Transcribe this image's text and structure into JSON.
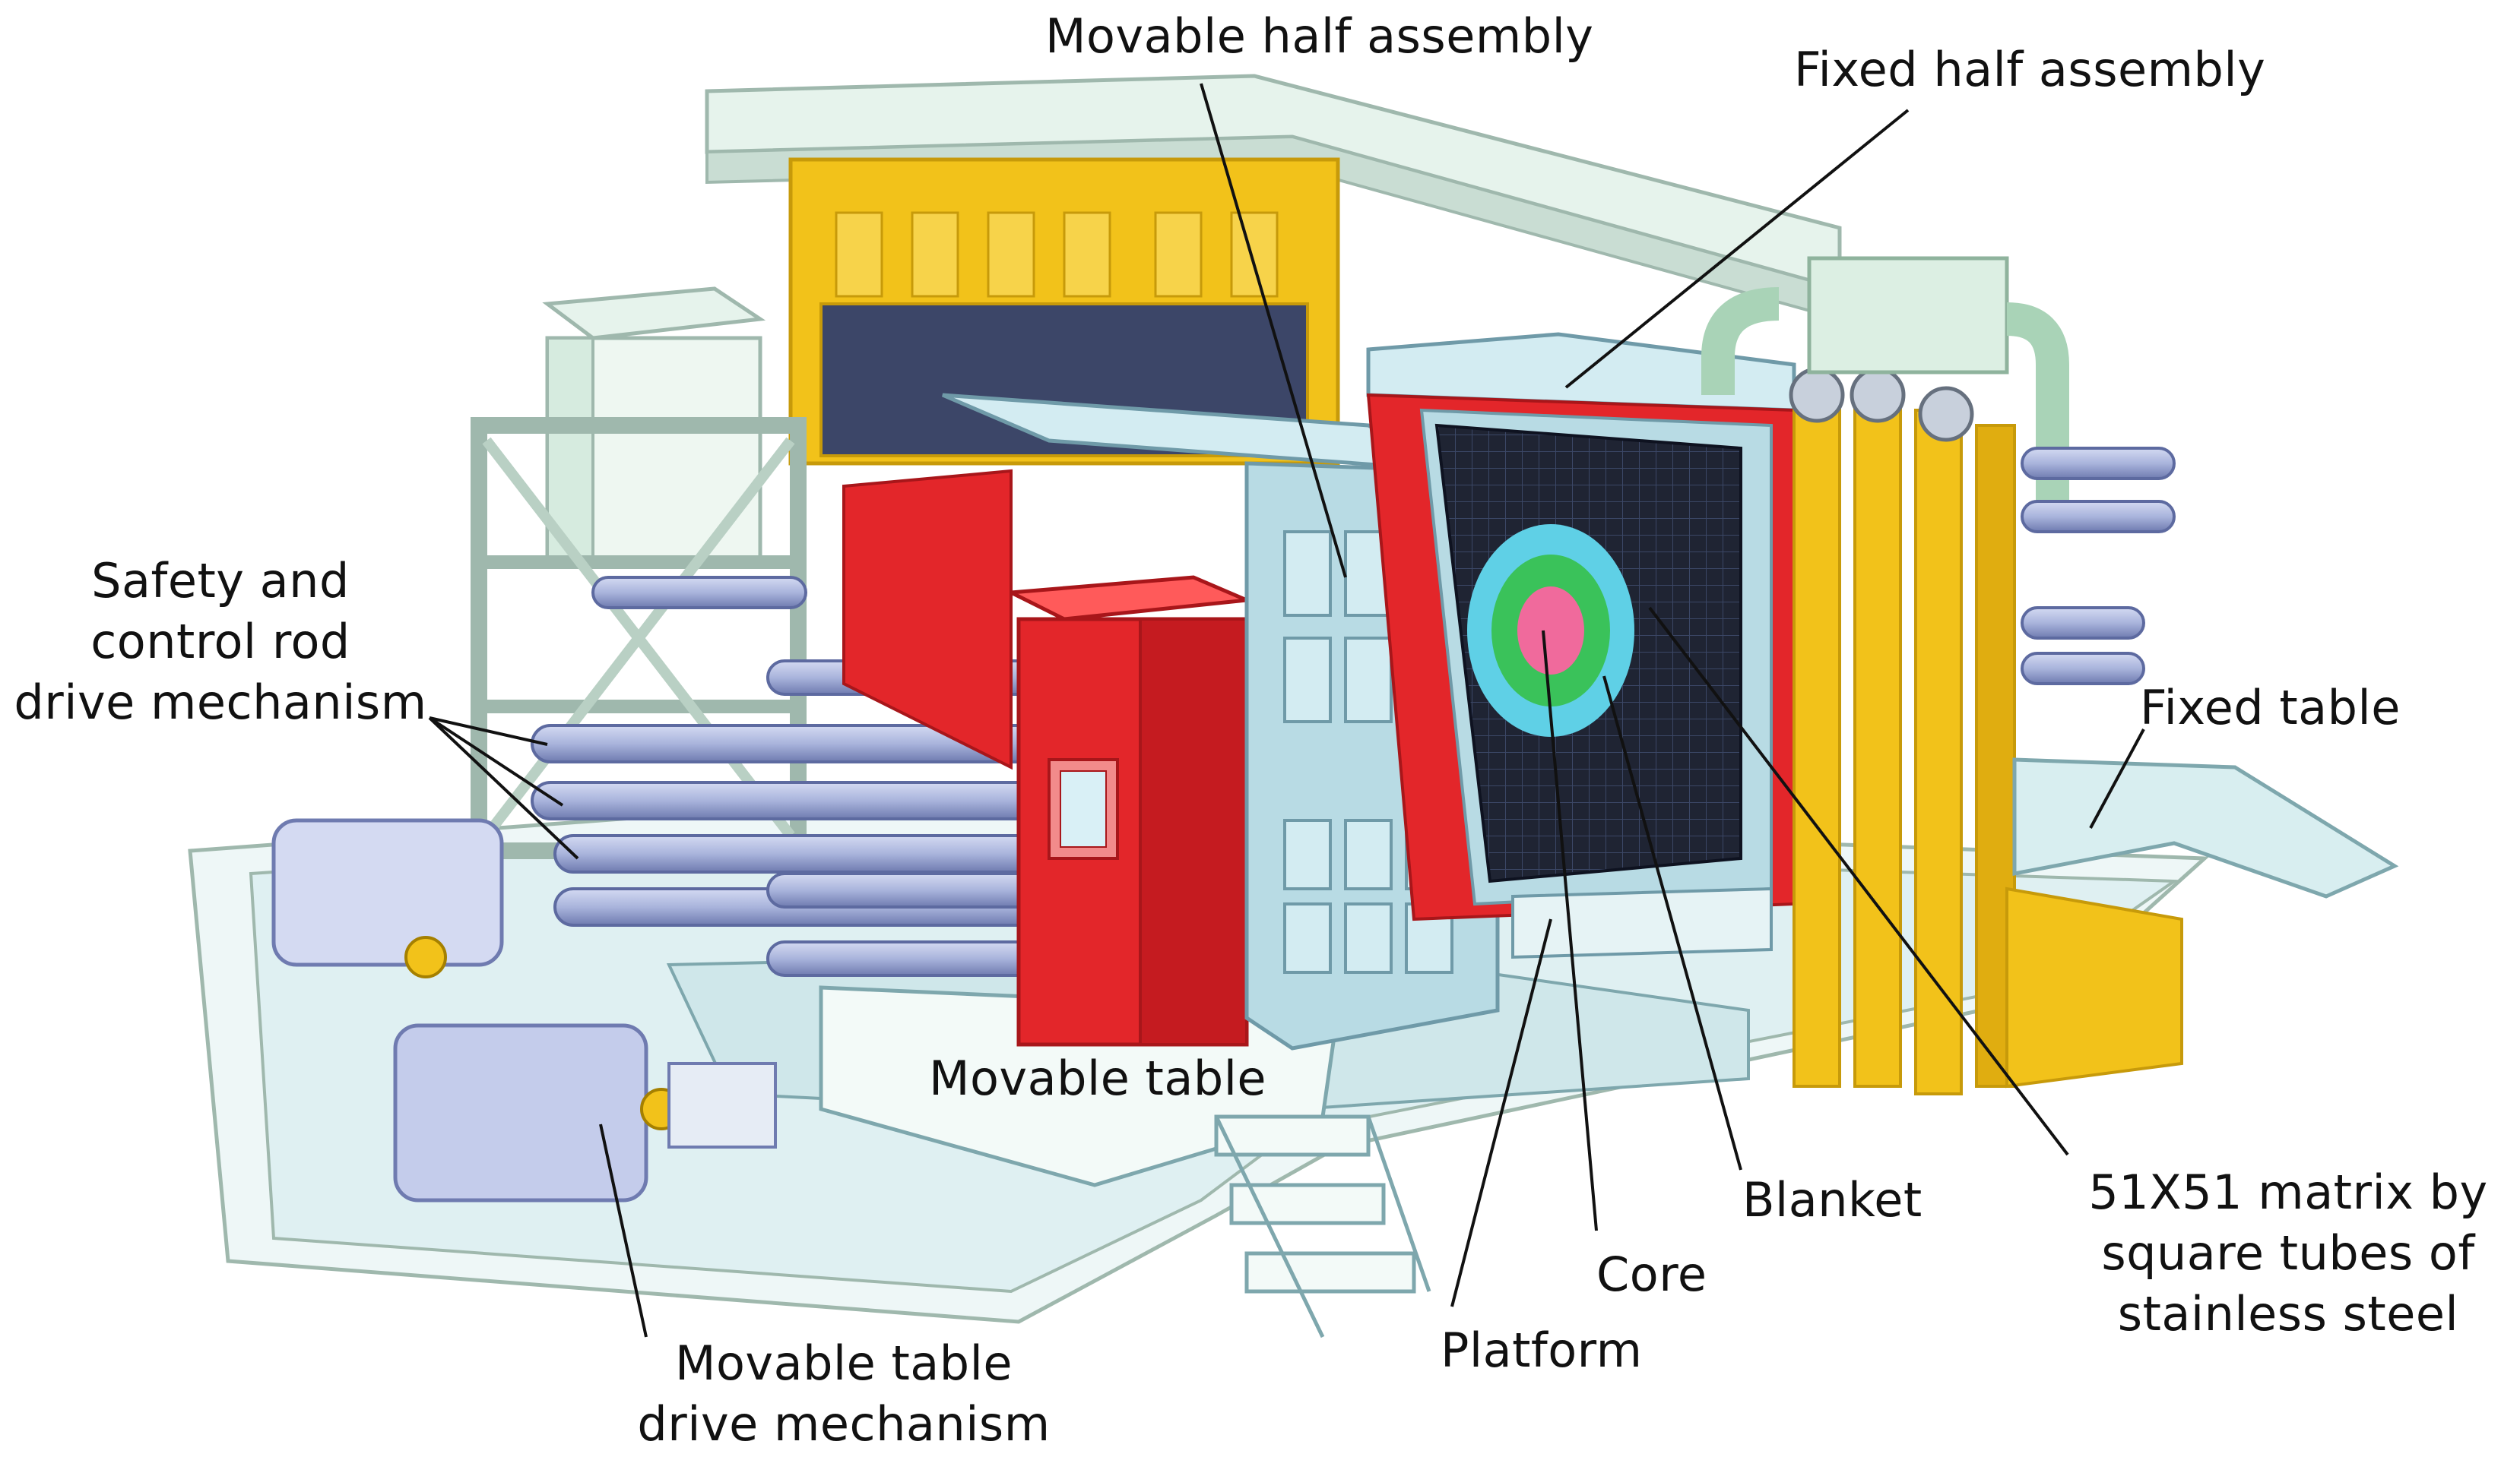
{
  "labels": {
    "movable_half_assembly": "Movable half assembly",
    "fixed_half_assembly": "Fixed half assembly",
    "safety_rod": [
      "Safety and",
      "control rod",
      "drive mechanism"
    ],
    "fixed_table": "Fixed table",
    "movable_table": "Movable table",
    "blanket": "Blanket",
    "matrix": [
      "51X51 matrix by",
      "square tubes of",
      "stainless steel"
    ],
    "core": "Core",
    "platform": "Platform",
    "movable_table_drive": [
      "Movable table",
      "drive mechanism"
    ]
  },
  "colors": {
    "frame_light": "#e6f3ec",
    "frame_edge": "#9fb8ad",
    "yellow": "#f2c21a",
    "yellow_dark": "#c79a0a",
    "red": "#e3262a",
    "red_dark": "#a8161a",
    "blue_block": "#b8dbe4",
    "blue_edge": "#6f9aa8",
    "rod": "#a9b4dc",
    "rod_dark": "#6f7bb0",
    "matrix_dark": "#1f2433",
    "core_pink": "#f06a9c",
    "core_green": "#3ac25a",
    "core_cyan": "#5fd0e6",
    "floor": "#dff0f2"
  }
}
